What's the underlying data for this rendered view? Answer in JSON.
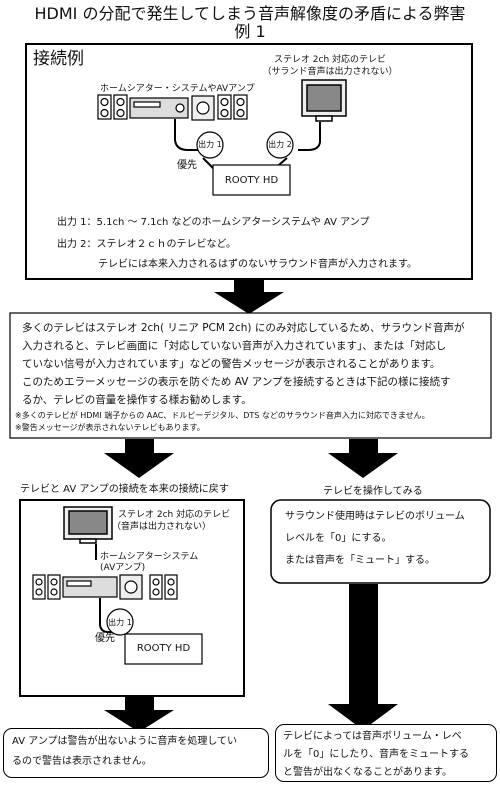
{
  "header": {
    "title_line1": "HDMI の分配で発生してしまう音声解像度の矛盾による弊害",
    "title_line2": "例 1"
  },
  "example": {
    "heading": "接続例",
    "tv_label_1": "ステレオ 2ch 対応のテレビ",
    "tv_label_2": "（サランド音声は出力されない）",
    "amp_label": "ホームシアター・システムやAVアンプ",
    "out1": "出力 1",
    "out2": "出力 2",
    "priority": "優先",
    "device": "ROOTY HD",
    "note1": "出力 1：5.1ch ～ 7.1ch などのホームシアターシステムや AV アンプ",
    "note2": "出力 2：ステレオ２ｃｈのテレビなど。",
    "note3": "テレビには本来入力されるはずのないサラウンド音声が入力されます。"
  },
  "explanation": {
    "line1": "多くのテレビはステレオ 2ch( リニア PCM 2ch) にのみ対応しているため、サラウンド音声が",
    "line2": "入力されると、テレビ画面に「対応していない音声が入力されています」、または「対応し",
    "line3": "ていない信号が入力されています」などの警告メッセージが表示されることがあります。",
    "line4": "このためエラーメッセージの表示を防ぐため AV アンプを接続するときは下記の様に接続す",
    "line5": "るか、テレビの音量を操作する様お勧めします。",
    "note1": "※多くのテレビが HDMI 端子からの AAC、ドルビーデジタル、DTS などのサラウンド音声入力に対応できません。",
    "note2": "※警告メッセージが表示されないテレビもあります。"
  },
  "left_branch": {
    "heading": "テレビと AV アンプの接続を本来の接続に戻す",
    "tv_label_1": "ステレオ 2ch 対応のテレビ",
    "tv_label_2": "（音声は出力されない）",
    "amp_label_1": "ホームシアターシステム",
    "amp_label_2": "(AVアンプ)",
    "out1": "出力 1",
    "priority": "優先",
    "device": "ROOTY HD",
    "result_1": "AV アンプは警告が出ないように音声を処理してい",
    "result_2": "るので警告は表示されません。"
  },
  "right_branch": {
    "heading": "テレビを操作してみる",
    "line1": "サラウンド使用時はテレビのボリューム",
    "line2": "レベルを「0」にする。",
    "line3": "または音声を「ミュート」する。",
    "result_1": "テレビによっては音声ボリューム・レベ",
    "result_2": "ルを「0」にしたり、音声をミュートする",
    "result_3": "と警告が出なくなることがあります。"
  }
}
